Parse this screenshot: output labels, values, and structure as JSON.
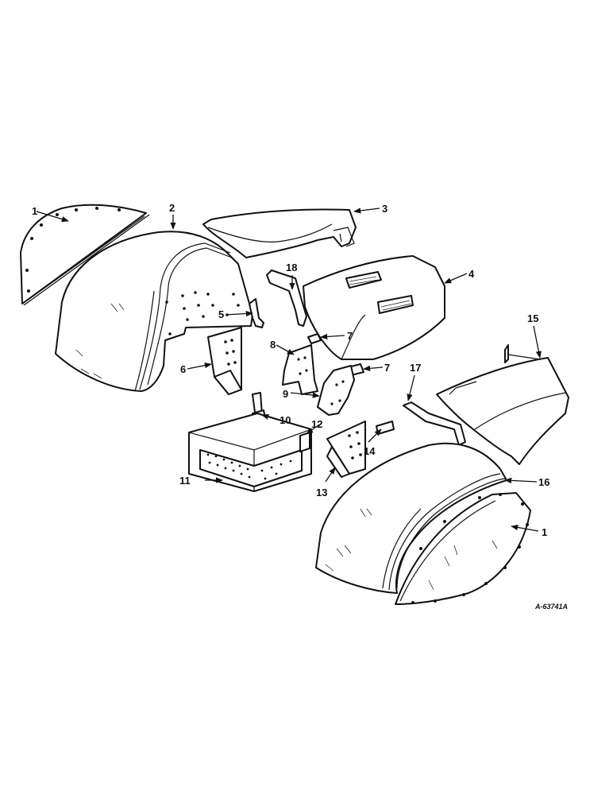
{
  "figure": {
    "reference_code": "A-63741A",
    "callouts": [
      {
        "id": "c1a",
        "label": "1"
      },
      {
        "id": "c2",
        "label": "2"
      },
      {
        "id": "c3",
        "label": "3"
      },
      {
        "id": "c4",
        "label": "4"
      },
      {
        "id": "c5",
        "label": "5"
      },
      {
        "id": "c6",
        "label": "6"
      },
      {
        "id": "c7a",
        "label": "7"
      },
      {
        "id": "c7b",
        "label": "7"
      },
      {
        "id": "c8",
        "label": "8"
      },
      {
        "id": "c9",
        "label": "9"
      },
      {
        "id": "c10",
        "label": "10"
      },
      {
        "id": "c11",
        "label": "11"
      },
      {
        "id": "c12",
        "label": "12"
      },
      {
        "id": "c13",
        "label": "13"
      },
      {
        "id": "c14",
        "label": "14"
      },
      {
        "id": "c15",
        "label": "15"
      },
      {
        "id": "c16",
        "label": "16"
      },
      {
        "id": "c17",
        "label": "17"
      },
      {
        "id": "c18",
        "label": "18"
      },
      {
        "id": "c1b",
        "label": "1"
      }
    ]
  }
}
